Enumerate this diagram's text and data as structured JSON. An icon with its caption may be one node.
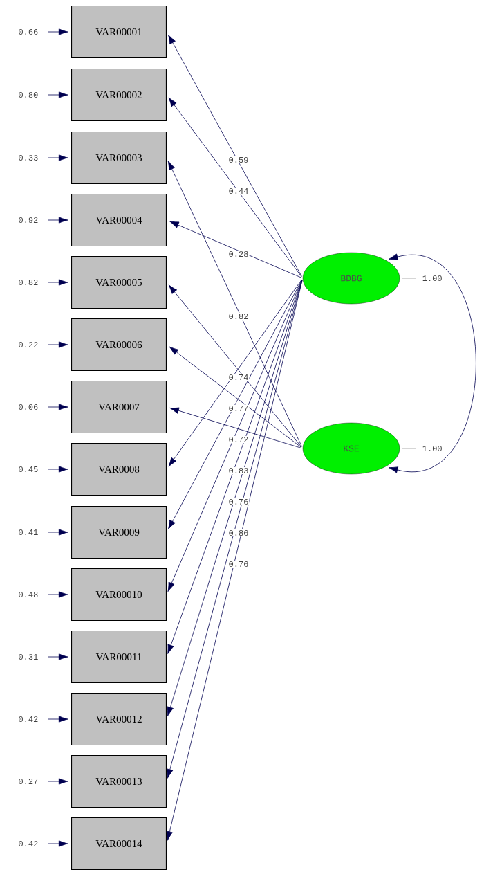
{
  "diagram": {
    "nodes": [
      {
        "text": [
          "VAR00001"
        ]
      },
      {
        "text": [
          "VAR00002"
        ]
      },
      {
        "text": [
          "VAR00003"
        ]
      },
      {
        "text": [
          "VAR00004"
        ]
      },
      {
        "text": [
          "VAR00005"
        ]
      },
      {
        "text": [
          "VAR00006"
        ]
      },
      {
        "text": [
          "VAR0007"
        ]
      },
      {
        "text": [
          "VAR0008"
        ]
      },
      {
        "text": [
          "VAR0009"
        ]
      },
      {
        "text": [
          "VAR00010"
        ]
      },
      {
        "text": [
          "VAR00011"
        ]
      },
      {
        "text": [
          "VAR00012"
        ]
      },
      {
        "text": [
          "VAR00013"
        ]
      },
      {
        "text": [
          "VAR00014"
        ]
      },
      {
        "text": [
          "BDBG"
        ]
      },
      {
        "text": [
          "KSE"
        ]
      }
    ],
    "edges": [
      {
        "from": 14,
        "to": 0,
        "arrow": "to",
        "label": "0.59"
      },
      {
        "from": 14,
        "to": 1,
        "arrow": "to",
        "label": "0.44"
      },
      {
        "from": 15,
        "to": 2,
        "arrow": "to",
        "label": "0.82"
      },
      {
        "from": 14,
        "to": 3,
        "arrow": "to",
        "label": "0.28"
      },
      {
        "from": 15,
        "to": 4,
        "arrow": "to"
      },
      {
        "from": 15,
        "to": 5,
        "arrow": "to"
      },
      {
        "from": 15,
        "to": 6,
        "arrow": "to"
      },
      {
        "from": 14,
        "to": 7,
        "arrow": "to",
        "label": "0.74"
      },
      {
        "from": 14,
        "to": 8,
        "arrow": "to",
        "label": "0.77"
      },
      {
        "from": 14,
        "to": 9,
        "arrow": "to",
        "label": "0.72"
      },
      {
        "from": 14,
        "to": 10,
        "arrow": "to",
        "label": "0.83"
      },
      {
        "from": 14,
        "to": 11,
        "arrow": "to",
        "label": "0.76"
      },
      {
        "from": 14,
        "to": 12,
        "arrow": "to",
        "label": "0.86"
      },
      {
        "from": 14,
        "to": 13,
        "arrow": "to",
        "label": "0.76"
      },
      {
        "from": null,
        "to": 0,
        "arrow": "to",
        "label": "0.66"
      },
      {
        "from": null,
        "to": 1,
        "arrow": "to",
        "label": "0.80"
      },
      {
        "from": null,
        "to": 2,
        "arrow": "to",
        "label": "0.33"
      },
      {
        "from": null,
        "to": 3,
        "arrow": "to",
        "label": "0.92"
      },
      {
        "from": null,
        "to": 4,
        "arrow": "to",
        "label": "0.82"
      },
      {
        "from": null,
        "to": 5,
        "arrow": "to",
        "label": "0.22"
      },
      {
        "from": null,
        "to": 6,
        "arrow": "to",
        "label": "0.06"
      },
      {
        "from": null,
        "to": 7,
        "arrow": "to",
        "label": "0.45"
      },
      {
        "from": null,
        "to": 8,
        "arrow": "to",
        "label": "0.41"
      },
      {
        "from": null,
        "to": 9,
        "arrow": "to",
        "label": "0.48"
      },
      {
        "from": null,
        "to": 10,
        "arrow": "to",
        "label": "0.31"
      },
      {
        "from": null,
        "to": 11,
        "arrow": "to",
        "label": "0.42"
      },
      {
        "from": null,
        "to": 12,
        "arrow": "to",
        "label": "0.27"
      },
      {
        "from": null,
        "to": 13,
        "arrow": "to",
        "label": "0.42"
      },
      {
        "from": 14,
        "to": null,
        "arrow": "none",
        "label": "1.00",
        "color": "#999999"
      },
      {
        "from": 15,
        "to": null,
        "arrow": "none",
        "label": "1.00",
        "color": "#999999"
      },
      {
        "from": 14,
        "to": 15,
        "arrow": "both"
      }
    ]
  }
}
